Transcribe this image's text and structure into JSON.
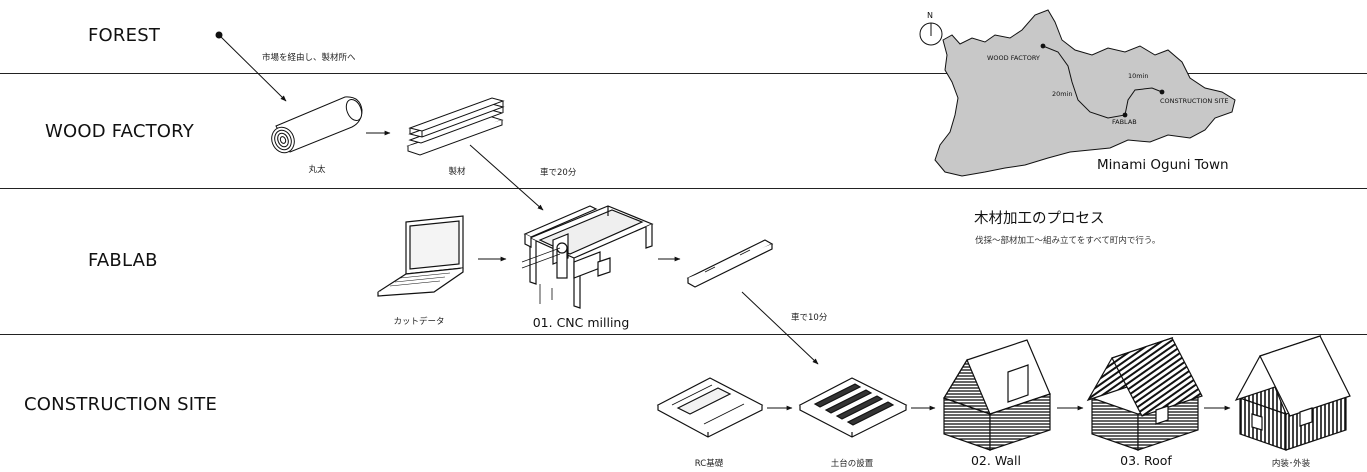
{
  "rows": {
    "forest": "FOREST",
    "wood_factory": "WOOD FACTORY",
    "fablab": "FABLAB",
    "construction_site": "CONSTRUCTION SITE"
  },
  "flow_notes": {
    "market_route": "市場を経由し、製材所へ",
    "car_20": "車で20分",
    "car_10": "車で10分"
  },
  "items": {
    "log": "丸太",
    "lumber": "製材",
    "cut_data": "カットデータ",
    "cnc": "01. CNC milling",
    "rc_foundation": "RC基礎",
    "sill_install": "土台の設置",
    "wall": "02. Wall",
    "roof": "03. Roof",
    "finish": "内装･外装"
  },
  "process": {
    "title": "木材加工のプロセス",
    "subtitle": "伐採～部材加工～組み立てをすべて町内で行う。"
  },
  "map": {
    "town_name": "Minami Oguni Town",
    "north": "N",
    "wood_factory": "WOOD FACTORY",
    "fablab": "FABLAB",
    "construction_site": "CONSTRUCTION SITE",
    "time_20": "20min",
    "time_10": "10min",
    "fill_color": "#c8c8c8"
  }
}
